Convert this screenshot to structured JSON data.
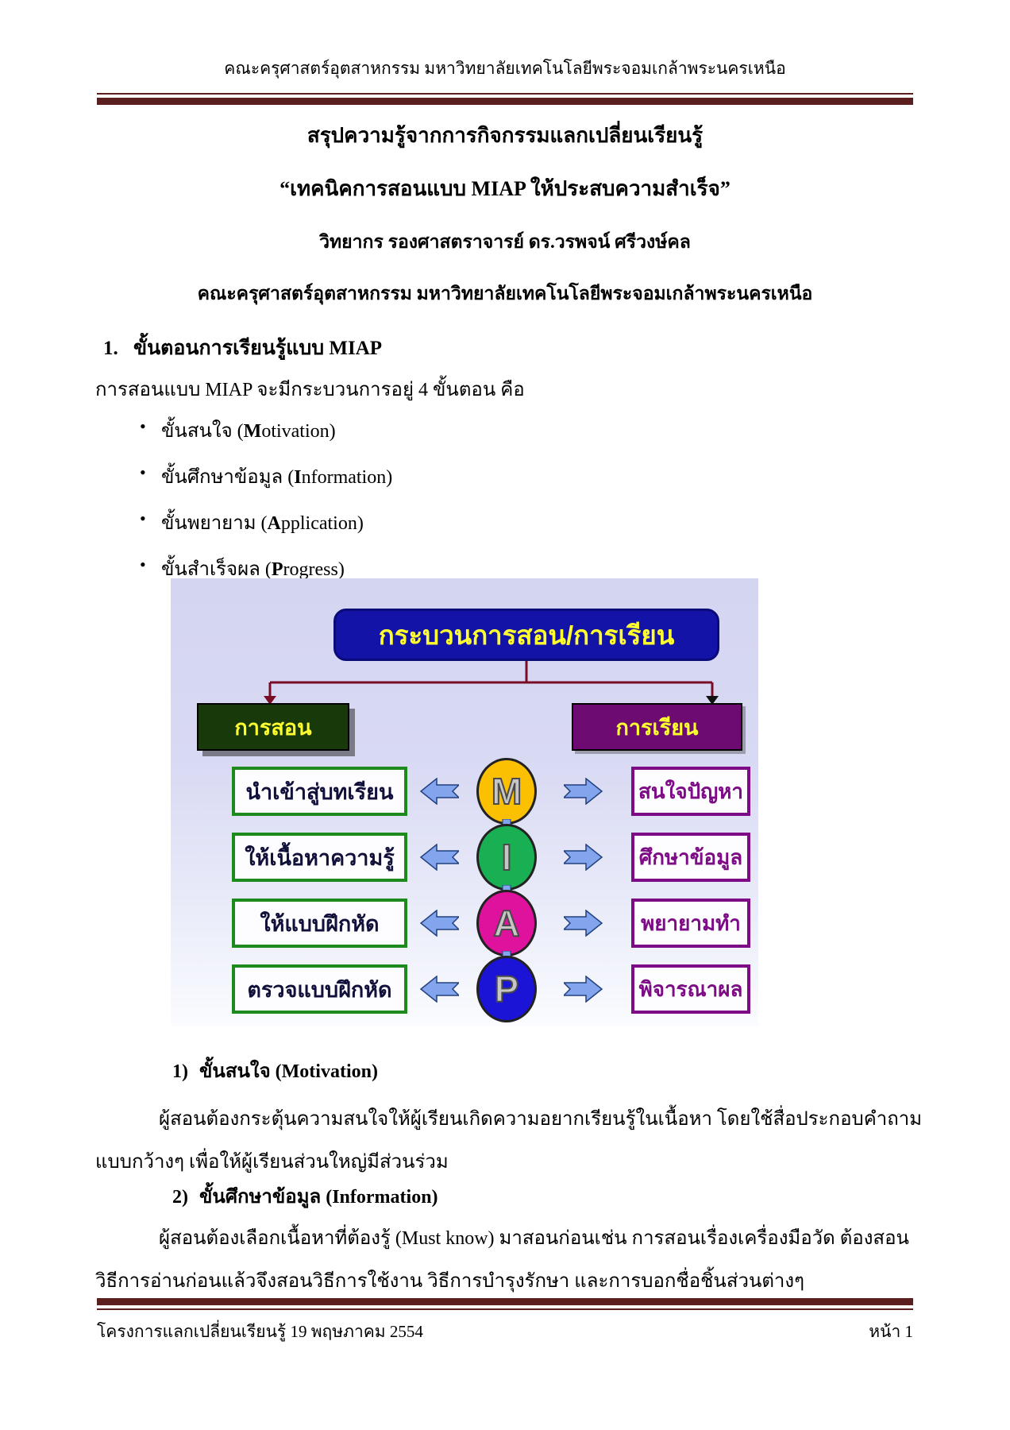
{
  "header": {
    "text": "คณะครุศาสตร์อุตสาหกรรม   มหาวิทยาลัยเทคโนโลยีพระจอมเกล้าพระนครเหนือ"
  },
  "titles": {
    "line1": "สรุปความรู้จากการกิจกรรมแลกเปลี่ยนเรียนรู้",
    "line2": "“เทคนิคการสอนแบบ MIAP ให้ประสบความสำเร็จ”",
    "line3": "วิทยากร รองศาสตราจารย์ ดร.วรพจน์ ศรีวงษ์คล",
    "line4": "คณะครุศาสตร์อุตสาหกรรม   มหาวิทยาลัยเทคโนโลยีพระจอมเกล้าพระนครเหนือ"
  },
  "section1": {
    "num": "1.",
    "heading": "ขั้นตอนการเรียนรู้แบบ MIAP",
    "intro": "การสอนแบบ MIAP จะมีกระบวนการอยู่ 4 ขั้นตอน คือ",
    "bullet_glyph": "•",
    "bullets": [
      {
        "thai": "ขั้นสนใจ",
        "en_open": "(",
        "en_bold": "M",
        "en_rest": "otivation)"
      },
      {
        "thai": "ขั้นศึกษาข้อมูล",
        "en_open": "(",
        "en_bold": "I",
        "en_rest": "nformation)"
      },
      {
        "thai": "ขั้นพยายาม",
        "en_open": "(",
        "en_bold": "A",
        "en_rest": "pplication)"
      },
      {
        "thai": "ขั้นสำเร็จผล",
        "en_open": "(",
        "en_bold": "P",
        "en_rest": "rogress)"
      }
    ]
  },
  "diagram": {
    "title": "กระบวนการสอน/การเรียน",
    "left_header": "การสอน",
    "right_header": "การเรียน",
    "colors": {
      "background_top": "#d4d5f1",
      "title_box": "#1313a7",
      "title_text": "#ffff2f",
      "teach_box": "#183a0a",
      "learn_box": "#6e0b72",
      "left_border": "#1d8a1d",
      "right_border": "#7d0b86",
      "connector": "#7a0d26",
      "arrow_fill": "#82a5ee",
      "arrow_stroke": "#23407e"
    },
    "rows": [
      {
        "left": "นำเข้าสู่บทเรียน",
        "letter": "M",
        "circle_color": "#fcc003",
        "right": "สนใจปัญหา"
      },
      {
        "left": "ให้เนื้อหาความรู้",
        "letter": "I",
        "circle_color": "#19af53",
        "right": "ศึกษาข้อมูล"
      },
      {
        "left": "ให้แบบฝึกหัด",
        "letter": "A",
        "circle_color": "#df129e",
        "right": "พยายามทำ"
      },
      {
        "left": "ตรวจแบบฝึกหัด",
        "letter": "P",
        "circle_color": "#1b13d6",
        "right": "พิจารณาผล"
      }
    ]
  },
  "subsections": [
    {
      "num": "1)",
      "heading": "ขั้นสนใจ (Motivation)",
      "line1": "ผู้สอนต้องกระตุ้นความสนใจให้ผู้เรียนเกิดความอยากเรียนรู้ในเนื้อหา โดยใช้สื่อประกอบคำถาม",
      "line2": "แบบกว้างๆ เพื่อให้ผู้เรียนส่วนใหญ่มีส่วนร่วม"
    },
    {
      "num": "2)",
      "heading": "ขั้นศึกษาข้อมูล (Information)",
      "line1": "ผู้สอนต้องเลือกเนื้อหาที่ต้องรู้ (Must know) มาสอนก่อนเช่น การสอนเรื่องเครื่องมือวัด ต้องสอน",
      "line2": "วิธีการอ่านก่อนแล้วจึงสอนวิธีการใช้งาน วิธีการบำรุงรักษา และการบอกชื่อชิ้นส่วนต่างๆ"
    }
  ],
  "footer": {
    "left": "โครงการแลกเปลี่ยนเรียนรู้ 19 พฤษภาคม 2554",
    "right": "หน้า 1"
  }
}
